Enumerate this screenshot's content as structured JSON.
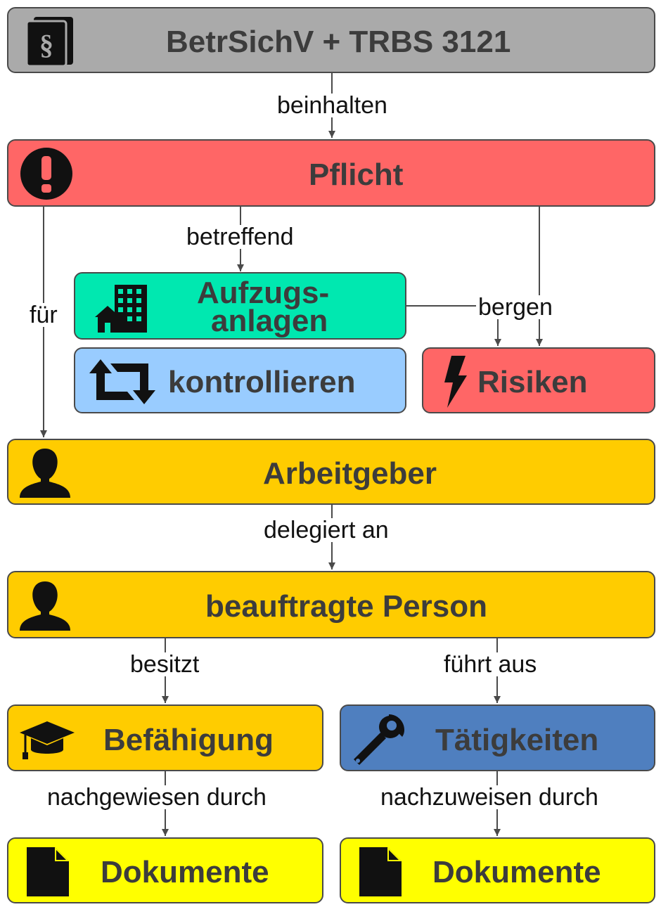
{
  "nodes": {
    "betrsichv": {
      "label": "BetrSichV + TRBS 3121",
      "icon": "paragraph-book-icon",
      "color": "#aaaaaa"
    },
    "pflicht": {
      "label": "Pflicht",
      "icon": "exclamation-circle-icon",
      "color": "#ff6666"
    },
    "aufzugsanlagen": {
      "label_line1": "Aufzugs-",
      "label_line2": "anlagen",
      "icon": "building-icon",
      "color": "#00e8b0"
    },
    "kontrollieren": {
      "label": "kontrollieren",
      "icon": "retweet-arrows-icon",
      "color": "#99ccff"
    },
    "risiken": {
      "label": "Risiken",
      "icon": "lightning-bolt-icon",
      "color": "#ff6666"
    },
    "arbeitgeber": {
      "label": "Arbeitgeber",
      "icon": "person-icon",
      "color": "#ffcc00"
    },
    "beauftragte_person": {
      "label": "beauftragte Person",
      "icon": "person-icon",
      "color": "#ffcc00"
    },
    "befaehigung": {
      "label": "Befähigung",
      "icon": "graduation-cap-icon",
      "color": "#ffcc00"
    },
    "taetigkeiten": {
      "label": "Tätigkeiten",
      "icon": "wrench-icon",
      "color": "#4f7fbf"
    },
    "dokumente_left": {
      "label": "Dokumente",
      "icon": "document-icon",
      "color": "#ffff00"
    },
    "dokumente_right": {
      "label": "Dokumente",
      "icon": "document-icon",
      "color": "#ffff00"
    }
  },
  "edges": {
    "beinhalten": "beinhalten",
    "betreffend": "betreffend",
    "fuer": "für",
    "bergen": "bergen",
    "delegiert_an": "delegiert an",
    "besitzt": "besitzt",
    "fuehrt_aus": "führt aus",
    "nachgewiesen_durch": "nachgewiesen durch",
    "nachzuweisen_durch": "nachzuweisen durch"
  }
}
